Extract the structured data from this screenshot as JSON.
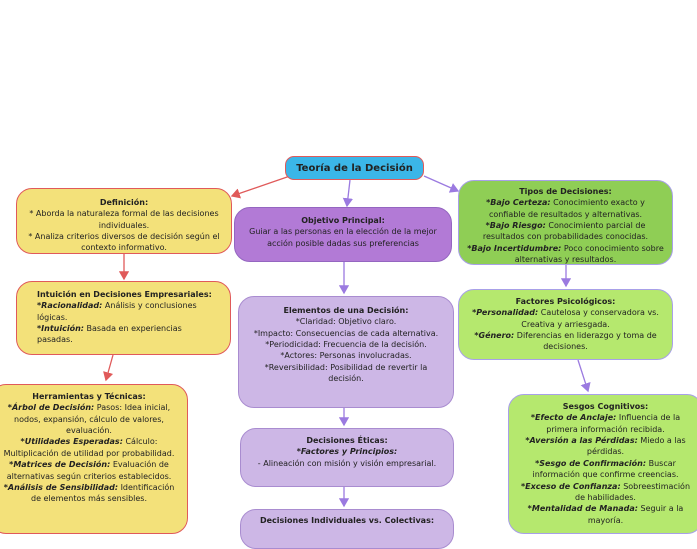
{
  "root": {
    "label": "Teoría de la Decisión"
  },
  "nodes": {
    "definicion": {
      "title": "Definición:",
      "lines": [
        "* Aborda la naturaleza formal de las decisiones individuales.",
        "* Analiza criterios diversos de decisión según el contexto informativo."
      ]
    },
    "objetivo": {
      "title": "Objetivo Principal:",
      "lines": [
        "Guiar a las personas en la elección de la mejor acción posible dadas sus preferencias"
      ]
    },
    "tipos": {
      "title": "Tipos de Decisiones:",
      "items": [
        {
          "key": "*Bajo Certeza:",
          "text": " Conocimiento exacto y confiable de resultados y alternativas."
        },
        {
          "key": "*Bajo Riesgo:",
          "text": " Conocimiento parcial de resultados con probabilidades conocidas."
        },
        {
          "key": "*Bajo Incertidumbre:",
          "text": " Poco conocimiento sobre alternativas y resultados."
        }
      ]
    },
    "intuicion": {
      "title": "Intuición en Decisiones Empresariales:",
      "items": [
        {
          "key": "*Racionalidad:",
          "text": " Análisis y conclusiones lógicas."
        },
        {
          "key": "*Intuición:",
          "text": " Basada en experiencias pasadas."
        }
      ]
    },
    "elementos": {
      "title": "Elementos de una Decisión:",
      "lines": [
        "*Claridad: Objetivo claro.",
        "*Impacto: Consecuencias de cada alternativa.",
        "*Periodicidad: Frecuencia de la decisión.",
        "*Actores: Personas involucradas.",
        "*Reversibilidad: Posibilidad de revertir la decisión."
      ]
    },
    "psicologicos": {
      "title": "Factores Psicológicos:",
      "items": [
        {
          "key": "*Personalidad:",
          "text": " Cautelosa y conservadora vs. Creativa y arriesgada."
        },
        {
          "key": "*Género:",
          "text": " Diferencias en liderazgo y toma de decisiones."
        }
      ]
    },
    "herramientas": {
      "title": "Herramientas y Técnicas:",
      "items": [
        {
          "key": "*Árbol de Decisión:",
          "text": " Pasos: Idea inicial, nodos, expansión, cálculo de valores, evaluación."
        },
        {
          "key": "*Utilidades Esperadas:",
          "text": " Cálculo: Multiplicación de utilidad por probabilidad."
        },
        {
          "key": "*Matrices de Decisión:",
          "text": " Evaluación de alternativas según criterios establecidos."
        },
        {
          "key": "*Análisis de Sensibilidad:",
          "text": " Identificación de elementos más sensibles."
        }
      ]
    },
    "eticas": {
      "title": "Decisiones Éticas:",
      "sub": "*Factores y Principios:",
      "lines": [
        "- Alineación con misión y visión empresarial."
      ]
    },
    "sesgos": {
      "title": "Sesgos Cognitivos:",
      "items": [
        {
          "key": "*Efecto de Anclaje:",
          "text": " Influencia de la primera información recibida."
        },
        {
          "key": "*Aversión a las Pérdidas:",
          "text": " Miedo a las pérdidas."
        },
        {
          "key": "*Sesgo de Confirmación:",
          "text": " Buscar información que confirme creencias."
        },
        {
          "key": "*Exceso de Confianza:",
          "text": " Sobreestimación de habilidades."
        },
        {
          "key": "*Mentalidad de Manada:",
          "text": " Seguir a la mayoría."
        }
      ]
    },
    "individuales": {
      "title": "Decisiones Individuales vs. Colectivas:"
    }
  },
  "colors": {
    "root": "#3bb6e8",
    "yellow": "#f3e17a",
    "purple": "#b27ad6",
    "lilac": "#cdb7e6",
    "green": "#8fce55",
    "lime": "#b5e86e",
    "link_red": "#e05a5a",
    "link_purple": "#9b7ae0"
  }
}
